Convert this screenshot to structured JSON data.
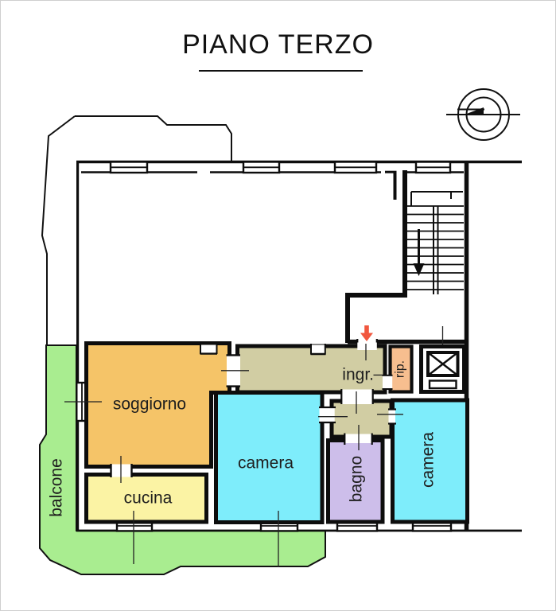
{
  "title": "PIANO TERZO",
  "rooms": {
    "soggiorno": {
      "label": "soggiorno",
      "color": "#F5C468"
    },
    "cucina": {
      "label": "cucina",
      "color": "#FBF3A4"
    },
    "camera_1": {
      "label": "camera",
      "color": "#7EEDFB"
    },
    "camera_2": {
      "label": "camera",
      "color": "#7EEDFB"
    },
    "bagno": {
      "label": "bagno",
      "color": "#CDBEEA"
    },
    "ingresso": {
      "label": "ingr.",
      "color": "#D1CDA3"
    },
    "disimpegno": {
      "color": "#D1CDA3"
    },
    "ripostiglio": {
      "label": "rip.",
      "color": "#F7BE8F"
    },
    "balcone": {
      "label": "balcone",
      "color": "#A9ED90"
    }
  },
  "colors": {
    "walls": "#0d0d0d",
    "entrance_arrow": "#F1573F",
    "background": "#ffffff"
  }
}
